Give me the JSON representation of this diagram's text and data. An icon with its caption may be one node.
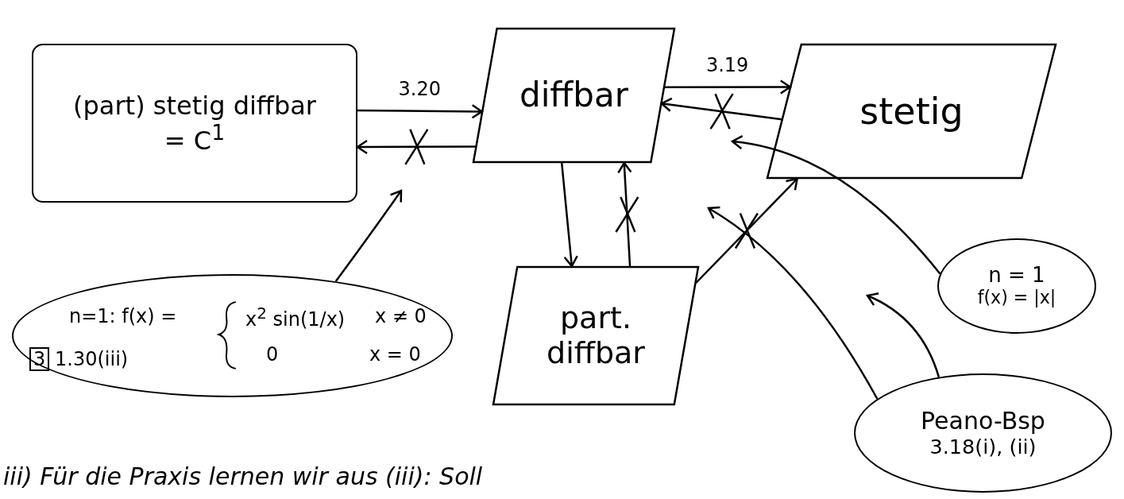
{
  "diagram": {
    "nodes": [
      {
        "text": [
          "(part) stetig diffbar",
          "= C$^{1}$"
        ]
      },
      {
        "text": [
          "diffbar"
        ]
      },
      {
        "text": [
          "stetig"
        ]
      },
      {
        "text": [
          "part. diffbar"
        ]
      },
      {
        "text": [
          "n=1: f(x) =",
          "x$^{2}$ sin(1/x)",
          "x ≠ 0",
          "3",
          "1.30(iii)",
          "0",
          "x = 0"
        ]
      },
      {
        "text": [
          "n = 1",
          "f(x) = |x|"
        ]
      },
      {
        "text": [
          "Peano-Bsp",
          "3.18(i), (ii)"
        ]
      }
    ],
    "edges": [
      {
        "from": 0,
        "to": 1,
        "arrow": "to",
        "label": "3.20"
      },
      {
        "from": 1,
        "to": 0,
        "arrow": "to"
      },
      {
        "from": 1,
        "to": 2,
        "arrow": "to",
        "label": "3.19"
      },
      {
        "from": 2,
        "to": 1,
        "arrow": "to"
      },
      {
        "from": 1,
        "to": 3,
        "arrow": "to"
      },
      {
        "from": 3,
        "to": 1,
        "arrow": "to"
      },
      {
        "from": 3,
        "to": 2,
        "arrow": "to"
      },
      {
        "from": 4,
        "to": null,
        "arrow": "to"
      },
      {
        "from": 5,
        "to": null,
        "arrow": "to"
      },
      {
        "from": 6,
        "to": null,
        "arrow": "to"
      },
      {
        "from": 6,
        "to": null,
        "arrow": "to"
      }
    ],
    "labels": [
      "iii) Für die Praxis lernen wir aus (iii): Soll"
    ]
  }
}
